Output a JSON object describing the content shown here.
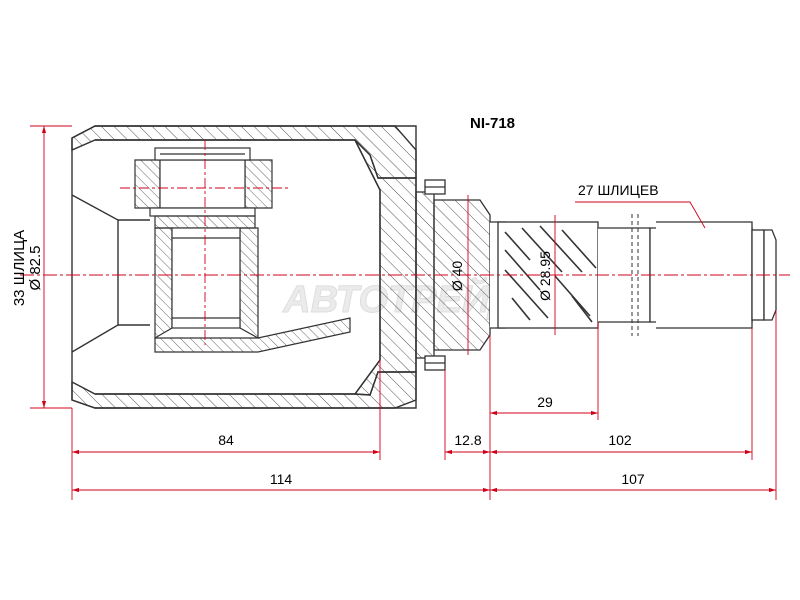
{
  "part_number": "NI-718",
  "labels": {
    "spline_count_outer": "33 ШЛИЦА",
    "spline_count_shaft": "27 ШЛИЦЕВ",
    "diameter_outer": "Ø 82.5",
    "diameter_neck": "Ø 40",
    "diameter_shaft": "Ø 28.95"
  },
  "dimensions": {
    "housing_depth": "84",
    "flange_width": "12.8",
    "shaft_length_to_spline": "29",
    "shaft_length_to_groove": "102",
    "housing_total": "114",
    "shaft_total": "107"
  },
  "watermark": "АВТОТРЕЙД",
  "colors": {
    "outline": "#333333",
    "hatch": "#555555",
    "dimension": "#d0021b",
    "text": "#000000",
    "watermark": "#e6e6e6"
  }
}
